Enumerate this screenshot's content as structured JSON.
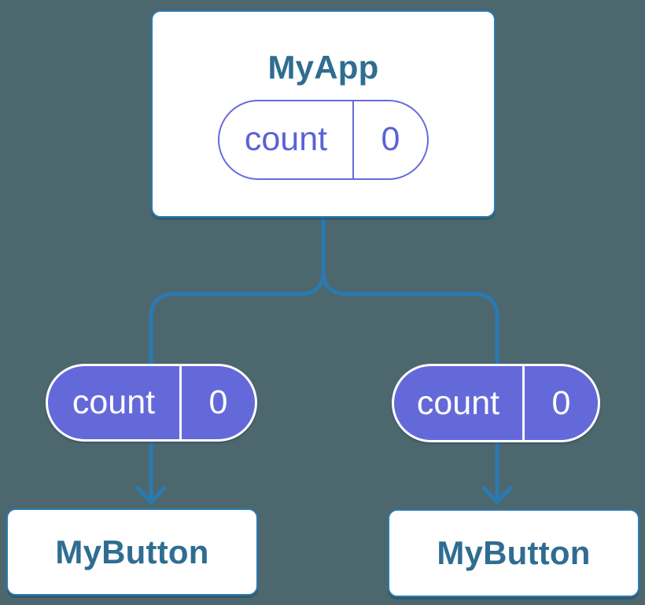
{
  "colors": {
    "background": "#4d676e",
    "connector": "#2a7ab2",
    "card_border": "#2a7ab2",
    "card_bg": "#ffffff",
    "title_text": "#2f6d91",
    "pill_fill": "#6469da",
    "pill_outline": "#666bdc",
    "pill_text_on_white": "#5a62d6",
    "pill_text_on_fill": "#ffffff"
  },
  "diagram": {
    "root": {
      "title": "MyApp",
      "state": {
        "label": "count",
        "value": "0"
      }
    },
    "children": [
      {
        "title": "MyButton",
        "state": {
          "label": "count",
          "value": "0"
        }
      },
      {
        "title": "MyButton",
        "state": {
          "label": "count",
          "value": "0"
        }
      }
    ]
  }
}
